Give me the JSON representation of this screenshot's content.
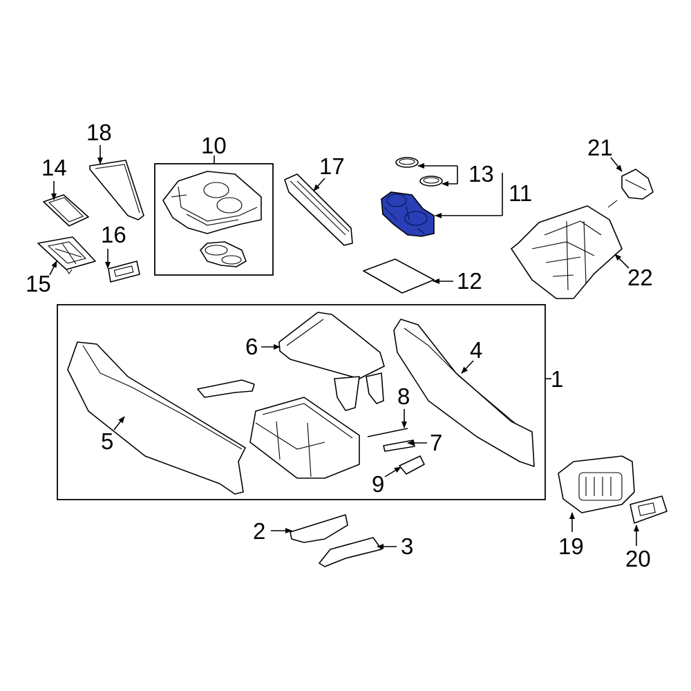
{
  "diagram": {
    "callouts": {
      "c1": "1",
      "c2": "2",
      "c3": "3",
      "c4": "4",
      "c5": "5",
      "c6": "6",
      "c7": "7",
      "c8": "8",
      "c9": "9",
      "c10": "10",
      "c11": "11",
      "c12": "12",
      "c13": "13",
      "c14": "14",
      "c15": "15",
      "c16": "16",
      "c17": "17",
      "c18": "18",
      "c19": "19",
      "c20": "20",
      "c21": "21",
      "c22": "22"
    },
    "highlight_color": "#2a3fb5",
    "highlighted_part": "11"
  }
}
